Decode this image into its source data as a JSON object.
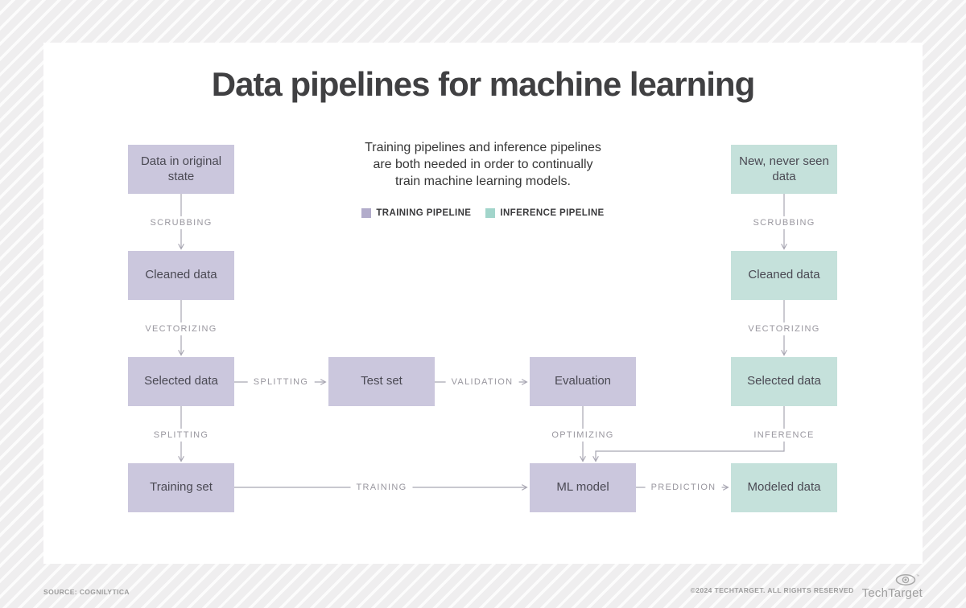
{
  "title": "Data pipelines for machine learning",
  "intro": {
    "lines": [
      "Training pipelines and inference pipelines",
      "are both needed in order to continually",
      "train machine learning models."
    ]
  },
  "legend": {
    "items": [
      {
        "label": "TRAINING PIPELINE",
        "color": "#b2accb"
      },
      {
        "label": "INFERENCE PIPELINE",
        "color": "#a2d5cb"
      }
    ]
  },
  "colors": {
    "training_box": "#cbc7dd",
    "inference_box": "#c5e1db",
    "connector_line": "#a8a6b2",
    "edge_label_text": "#99979f",
    "background_stripe": "#efeeef"
  },
  "nodes": [
    {
      "id": "data-in-original-state",
      "label": "Data in original state",
      "pipeline": "training"
    },
    {
      "id": "cleaned-data-training",
      "label": "Cleaned data",
      "pipeline": "training"
    },
    {
      "id": "selected-data-training",
      "label": "Selected data",
      "pipeline": "training"
    },
    {
      "id": "training-set",
      "label": "Training set",
      "pipeline": "training"
    },
    {
      "id": "test-set",
      "label": "Test set",
      "pipeline": "training"
    },
    {
      "id": "evaluation",
      "label": "Evaluation",
      "pipeline": "training"
    },
    {
      "id": "ml-model",
      "label": "ML model",
      "pipeline": "training"
    },
    {
      "id": "new-never-seen-data",
      "label": "New, never seen data",
      "pipeline": "inference"
    },
    {
      "id": "cleaned-data-inference",
      "label": "Cleaned data",
      "pipeline": "inference"
    },
    {
      "id": "selected-data-inference",
      "label": "Selected data",
      "pipeline": "inference"
    },
    {
      "id": "modeled-data",
      "label": "Modeled data",
      "pipeline": "inference"
    }
  ],
  "edges": [
    {
      "id": "scrubbing-training",
      "label": "SCRUBBING",
      "from": "data-in-original-state",
      "to": "cleaned-data-training"
    },
    {
      "id": "vectorizing-training",
      "label": "VECTORIZING",
      "from": "cleaned-data-training",
      "to": "selected-data-training"
    },
    {
      "id": "splitting-training-set",
      "label": "SPLITTING",
      "from": "selected-data-training",
      "to": "training-set"
    },
    {
      "id": "splitting-test-set",
      "label": "SPLITTING",
      "from": "selected-data-training",
      "to": "test-set"
    },
    {
      "id": "validation",
      "label": "VALIDATION",
      "from": "test-set",
      "to": "evaluation"
    },
    {
      "id": "optimizing",
      "label": "OPTIMIZING",
      "from": "evaluation",
      "to": "ml-model"
    },
    {
      "id": "training",
      "label": "TRAINING",
      "from": "training-set",
      "to": "ml-model"
    },
    {
      "id": "prediction",
      "label": "PREDICTION",
      "from": "ml-model",
      "to": "modeled-data"
    },
    {
      "id": "scrubbing-inference",
      "label": "SCRUBBING",
      "from": "new-never-seen-data",
      "to": "cleaned-data-inference"
    },
    {
      "id": "vectorizing-inference",
      "label": "VECTORIZING",
      "from": "cleaned-data-inference",
      "to": "selected-data-inference"
    },
    {
      "id": "inference",
      "label": "INFERENCE",
      "from": "selected-data-inference",
      "to": "ml-model"
    }
  ],
  "footer": {
    "source": "SOURCE: COGNILYTICA",
    "copyright": "©2024 TECHTARGET. ALL RIGHTS RESERVED",
    "brand": "TechTarget"
  }
}
